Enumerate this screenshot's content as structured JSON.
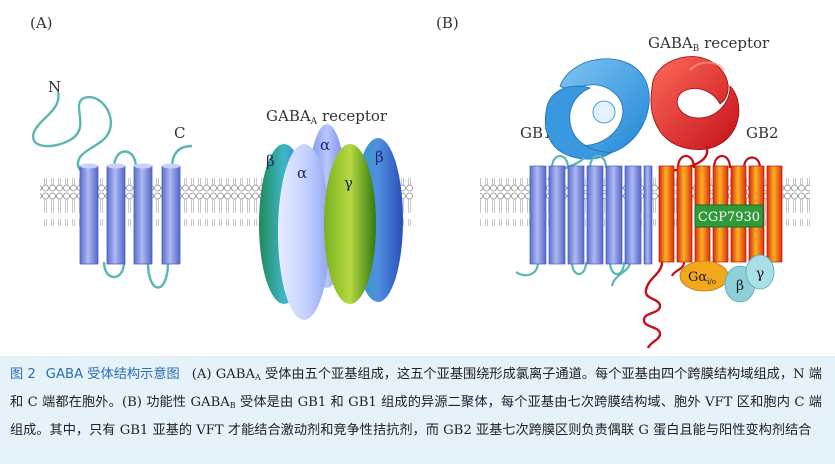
{
  "panel_a": {
    "label": "(A)",
    "n_label": "N",
    "c_label": "C",
    "receptor_label": "GABA",
    "receptor_sub": "A",
    "receptor_suffix": " receptor",
    "subunits": [
      "β",
      "α",
      "α",
      "γ",
      "β"
    ]
  },
  "panel_b": {
    "label": "(B)",
    "receptor_label": "GABA",
    "receptor_sub": "B",
    "receptor_suffix": " receptor",
    "gb1_label": "GB1",
    "gb2_label": "GB2",
    "cgp_label": "CGP7930",
    "g_alpha_label": "Gα",
    "g_alpha_sub": "i/o",
    "g_beta_label": "β",
    "g_gamma_label": "γ"
  },
  "caption": {
    "fig_no": "图 2",
    "fig_title": "GABA 受体结构示意图",
    "part1": "(A) GABA",
    "sub_a": "A",
    "part2": " 受体由五个亚基组成，这五个亚基围绕形成氯离子通道。每个亚基由四个跨膜结构域组成，N 端和 C 端都在胞外。(B) 功能性 GABA",
    "sub_b": "B",
    "part3": " 受体是由 GB1 和 GB1 组成的异源二聚体，每个亚基由七次跨膜结构域、胞外 VFT 区和胞内 C 端组成。其中，只有 GB1 亚基的 VFT 才能结合激动剂和竞争性拮抗剂，而 GB2 亚基七次跨膜区则负责偶联 G 蛋白且能与阳性变构剂结合"
  }
}
